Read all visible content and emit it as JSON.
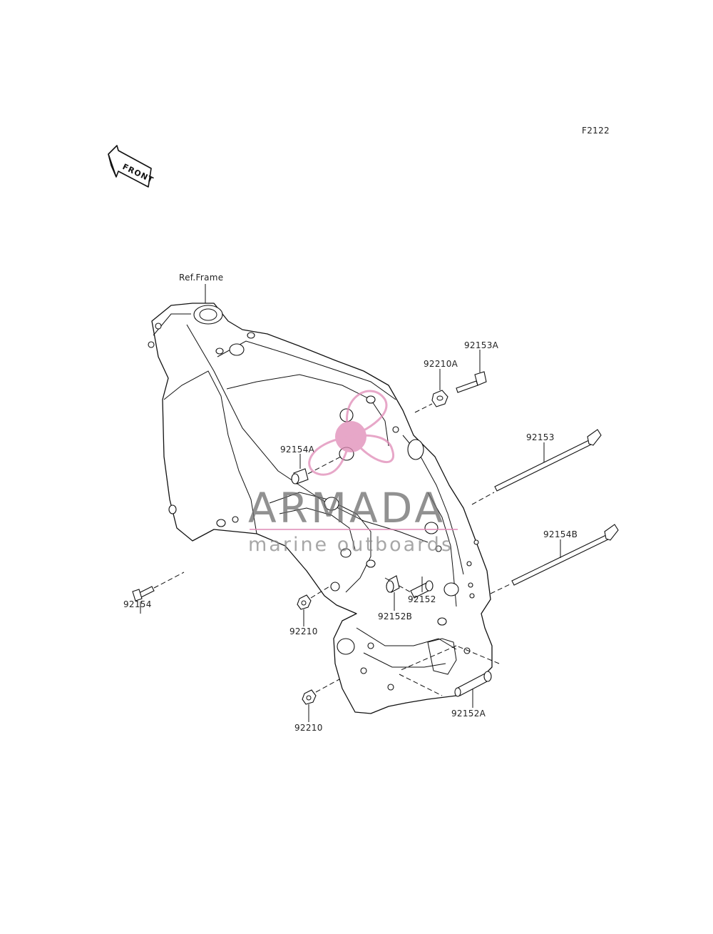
{
  "diagram_code": "F2122",
  "front_arrow_text": "FRONT",
  "ref_label": "Ref.Frame",
  "parts": {
    "p92153A": "92153A",
    "p92210A": "92210A",
    "p92153": "92153",
    "p92154A": "92154A",
    "p92154B": "92154B",
    "p92152": "92152",
    "p92152B": "92152B",
    "p92154": "92154",
    "p92210_upper": "92210",
    "p92210_lower": "92210",
    "p92152A": "92152A"
  },
  "watermark": {
    "brand": "ARMADA",
    "tagline": "marine outboards",
    "logo_color": "#e08ab6"
  }
}
